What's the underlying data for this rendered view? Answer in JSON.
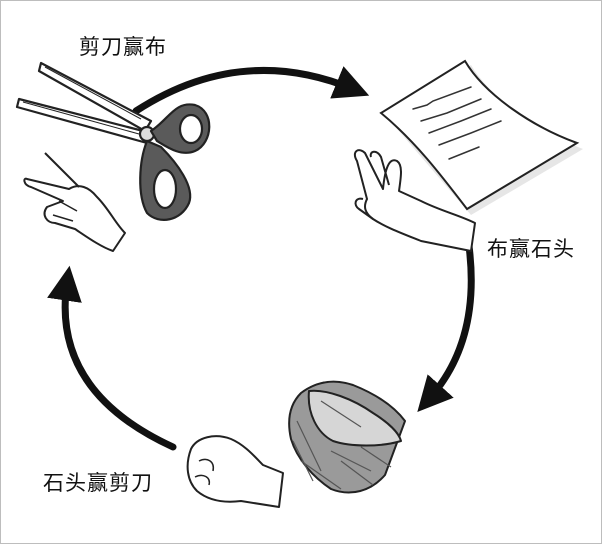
{
  "labels": {
    "scissors_beats_paper": "剪刀赢布",
    "paper_beats_rock": "布赢石头",
    "rock_beats_scissors": "石头赢剪刀"
  },
  "colors": {
    "ink": "#111111",
    "skin_fill": "#ffffff",
    "paper_shadow": "#e6e6e6",
    "rock_fill": "#9a9a9a",
    "rock_dark": "#555555",
    "scissors_handle": "#555555"
  },
  "icons": [
    "scissors-icon",
    "victory-hand-icon",
    "paper-sheet-icon",
    "open-hand-icon",
    "rock-icon",
    "fist-icon"
  ]
}
